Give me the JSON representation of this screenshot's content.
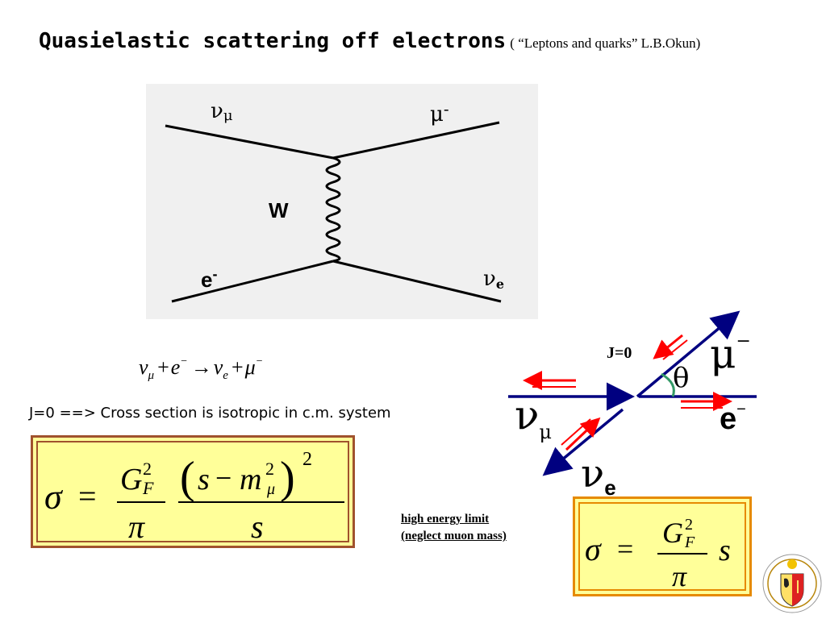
{
  "slide": {
    "title": "Quasielastic scattering off electrons",
    "reference": "( “Leptons and quarks” L.B.Okun)",
    "statement": "J=0 ==> Cross section is isotropic in c.m. system",
    "high_energy_line1": "high energy limit",
    "high_energy_line2": "(neglect muon mass)"
  },
  "feynman": {
    "nu_mu": "ν",
    "nu_mu_sub": "μ",
    "mu_minus": "μ",
    "mu_minus_sup": "-",
    "boson": "W",
    "electron": "e",
    "electron_sup": "-",
    "nu_e": "ν",
    "nu_e_sub": "e"
  },
  "reaction": {
    "lhs1": "ν",
    "lhs1_sub": "μ",
    "plus": "+",
    "lhs2": "e",
    "lhs2_sup": "−",
    "arrow": "→",
    "rhs1": "ν",
    "rhs1_sub": "e",
    "rhs2": "μ",
    "rhs2_sup": "−"
  },
  "formula1": {
    "sigma": "σ",
    "eq": "=",
    "G": "G",
    "G_sup": "2",
    "G_sub": "F",
    "pi": "π",
    "s": "s",
    "minus": "−",
    "m": "m",
    "m_sup": "2",
    "m_sub": "μ",
    "outer_sup": "2",
    "lparen": "(",
    "rparen": ")"
  },
  "formula2": {
    "sigma": "σ",
    "eq": "=",
    "G": "G",
    "G_sup": "2",
    "G_sub": "F",
    "pi": "π",
    "s": "s"
  },
  "kinematics": {
    "J": "J=0",
    "theta": "θ",
    "mu": "μ",
    "mu_sup": "−",
    "e": "e",
    "e_sup": "−",
    "nu_mu": "ν",
    "nu_mu_sub": "μ",
    "nu_e": "ν",
    "nu_e_sub": "e"
  },
  "colors": {
    "line_blue": "#000080",
    "arrow_red": "#ff0000",
    "angle_green": "#339966",
    "box_fill": "#ffff99",
    "box_border_1": "#a0522d",
    "box_border_2": "#e68a00"
  }
}
